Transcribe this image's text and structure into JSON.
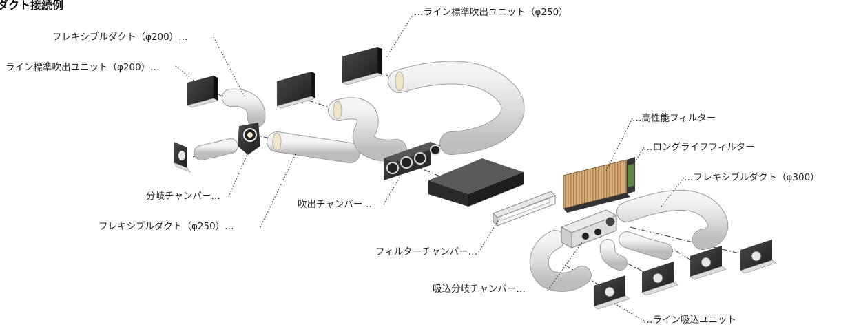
{
  "title": "ダクト接続例",
  "labels": {
    "line_outlet_250": "…ライン標準吹出ユニット（φ250）",
    "flex_duct_200": "フレキシブルダクト（φ200）…",
    "line_outlet_200": "ライン標準吹出ユニット（φ200）…",
    "high_perf_filter": "…高性能フィルター",
    "long_life_filter": "…ロングライフフィルター",
    "flex_duct_300": "…フレキシブルダクト（φ300）",
    "branch_chamber": "分岐チャンバー…",
    "outlet_chamber": "吹出チャンバー…",
    "flex_duct_250": "フレキシブルダクト（φ250）…",
    "filter_chamber": "フィルターチャンバー…",
    "intake_branch_chamber": "吸込分岐チャンバー…",
    "line_intake_unit": "…ライン吸込ユニット"
  },
  "colors": {
    "duct_fill": "#e4e4e4",
    "duct_stroke": "#9a9a9a",
    "unit_dark": "#2c2c2c",
    "filter_tan": "#d2a774"
  }
}
